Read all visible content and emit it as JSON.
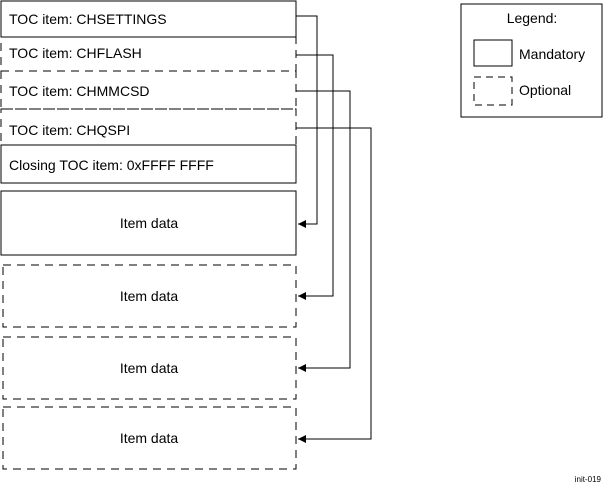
{
  "toc_items": [
    {
      "label": "TOC item: CHSETTINGS",
      "style": "mandatory"
    },
    {
      "label": "TOC item: CHFLASH",
      "style": "optional"
    },
    {
      "label": "TOC item: CHMMCSD",
      "style": "optional"
    },
    {
      "label": "TOC item: CHQSPI",
      "style": "optional"
    },
    {
      "label": "Closing TOC item: 0xFFFF FFFF",
      "style": "mandatory"
    }
  ],
  "data_blocks": [
    {
      "label": "Item data",
      "style": "mandatory"
    },
    {
      "label": "Item data",
      "style": "optional"
    },
    {
      "label": "Item data",
      "style": "optional"
    },
    {
      "label": "Item data",
      "style": "optional"
    }
  ],
  "legend": {
    "title": "Legend:",
    "mandatory_label": "Mandatory",
    "optional_label": "Optional"
  },
  "figure_id": "init-019",
  "colors": {
    "stroke": "#000000",
    "background": "#ffffff"
  }
}
